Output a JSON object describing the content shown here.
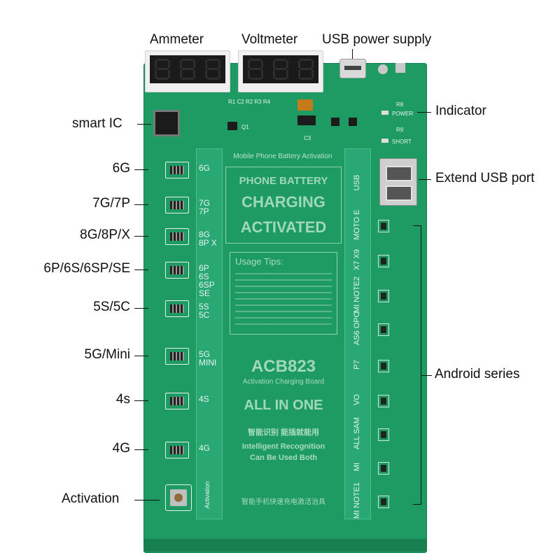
{
  "callouts": {
    "ammeter": "Ammeter",
    "voltmeter": "Voltmeter",
    "usb_power": "USB power supply",
    "smart_ic": "smart IC",
    "indicator": "Indicator",
    "extend_usb": "Extend USB port",
    "android_series": "Android series",
    "activation": "Activation"
  },
  "left_labels": [
    "6G",
    "7G/7P",
    "8G/8P/X",
    "6P/6S/6SP/SE",
    "5S/5C",
    "5G/Mini",
    "4s",
    "4G"
  ],
  "board": {
    "header": "Mobile Phone Battery Activation",
    "title_line1": "PHONE BATTERY",
    "title_line2": "CHARGING",
    "title_line3": "ACTIVATED",
    "usage_title": "Usage Tips:",
    "model": "ACB823",
    "model_sub": "Activation Charging Board",
    "all_in_one": "ALL IN ONE",
    "cn_slogan": "智能识别 能插就能用",
    "en_slogan_1": "Intelligent Recognition",
    "en_slogan_2": "Can Be Used Both",
    "cn_footer": "智能手机快速充电激活治具",
    "left_slots": [
      "6G",
      "7G 7P",
      "8G 8P X",
      "6P 6S 6SP SE",
      "5S 5C",
      "5G MINI",
      "4S",
      "4G"
    ],
    "activation_vertical": "Activation",
    "right_slots": [
      "USB",
      "MOTO E",
      "X7 X9",
      "MI NOTE2",
      "AS6 OPO",
      "P7",
      "VO",
      "ALL SAM",
      "MI",
      "MI NOTE1"
    ],
    "indicator_power": "POWER",
    "indicator_short": "SHORT",
    "r8": "R8",
    "r9": "R9",
    "components": [
      "R1",
      "C2",
      "R2",
      "R3",
      "R4",
      "Q1",
      "C3"
    ]
  }
}
